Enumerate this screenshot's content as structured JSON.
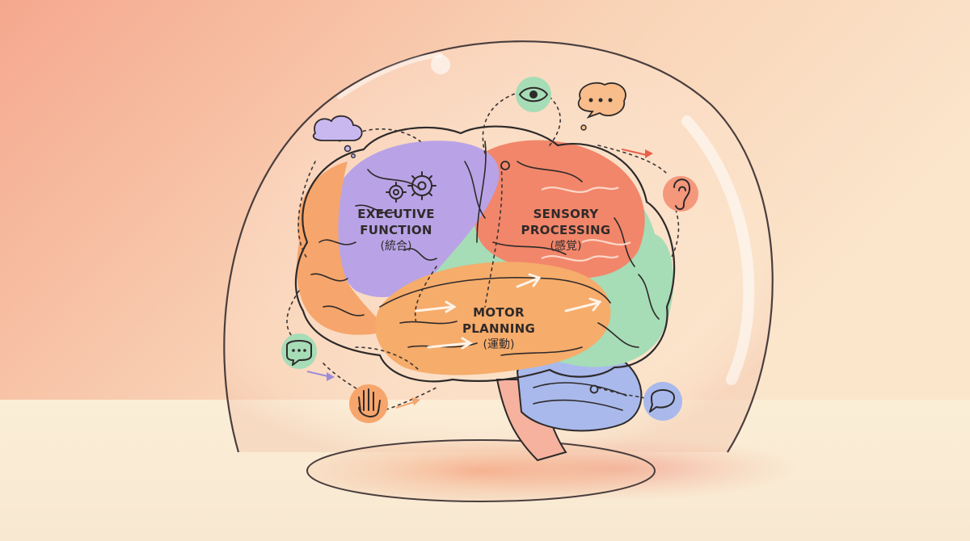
{
  "regions": {
    "executive": {
      "line1": "EXECUTIVE",
      "line2": "FUNCTION",
      "sub": "(統合)",
      "color": "#b9a3e6"
    },
    "sensory": {
      "line1": "SENSORY",
      "line2": "PROCESSING",
      "sub": "(感覚)",
      "color": "#f2866a"
    },
    "motor": {
      "line1": "MOTOR",
      "line2": "PLANNING",
      "sub": "(運動)",
      "color": "#f6ac6b"
    },
    "temporal": {
      "color": "#9fd9b0"
    },
    "cerebellum": {
      "color": "#a9b9ec"
    }
  },
  "colors": {
    "bg_top": "#f7b89a",
    "bg_floor": "#faf0dc",
    "glass_edge": "#5a4a4a"
  },
  "icons": [
    "thought-cloud-icon",
    "gears-icon",
    "eye-icon",
    "speech-bubble-icon",
    "ear-icon",
    "hand-icon",
    "chat-bubble-icon"
  ]
}
